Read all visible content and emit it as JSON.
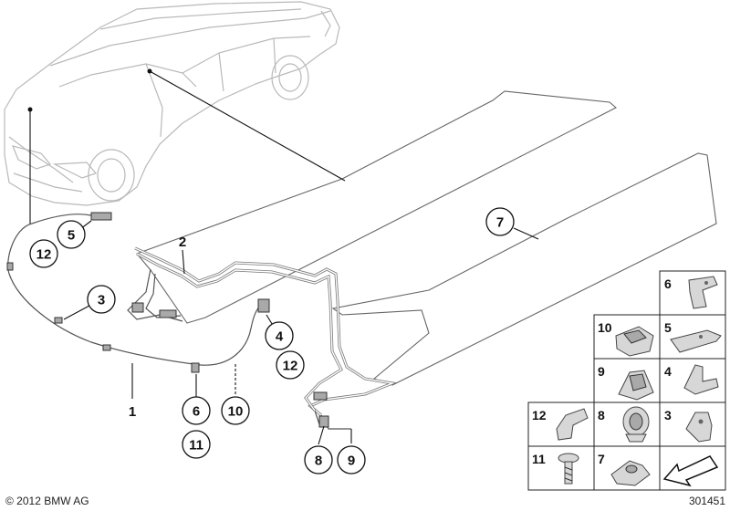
{
  "copyright": "© 2012 BMW AG",
  "diagram_id": "301451",
  "callouts": [
    {
      "id": "c12a",
      "label": "12"
    },
    {
      "id": "c5a",
      "label": "5"
    },
    {
      "id": "c3",
      "label": "3"
    },
    {
      "id": "c4",
      "label": "4"
    },
    {
      "id": "c12b",
      "label": "12"
    },
    {
      "id": "c6",
      "label": "6"
    },
    {
      "id": "c11",
      "label": "11"
    },
    {
      "id": "c10",
      "label": "10"
    },
    {
      "id": "c8",
      "label": "8"
    },
    {
      "id": "c9",
      "label": "9"
    },
    {
      "id": "c7",
      "label": "7"
    }
  ],
  "plain_labels": [
    {
      "id": "p1",
      "label": "1"
    },
    {
      "id": "p2",
      "label": "2"
    }
  ],
  "parts_grid": [
    {
      "label": "6",
      "icon": "bracket-icon"
    },
    {
      "label": "10",
      "icon": "clip-icon"
    },
    {
      "label": "5",
      "icon": "bracket-icon"
    },
    {
      "label": "9",
      "icon": "clip-nut-icon"
    },
    {
      "label": "4",
      "icon": "bracket-icon"
    },
    {
      "label": "12",
      "icon": "bracket-icon"
    },
    {
      "label": "8",
      "icon": "grommet-icon"
    },
    {
      "label": "3",
      "icon": "bracket-icon"
    },
    {
      "label": "11",
      "icon": "screw-icon"
    },
    {
      "label": "7",
      "icon": "pipe-clamp-icon"
    },
    {
      "label": "",
      "icon": "arrow-icon"
    }
  ]
}
